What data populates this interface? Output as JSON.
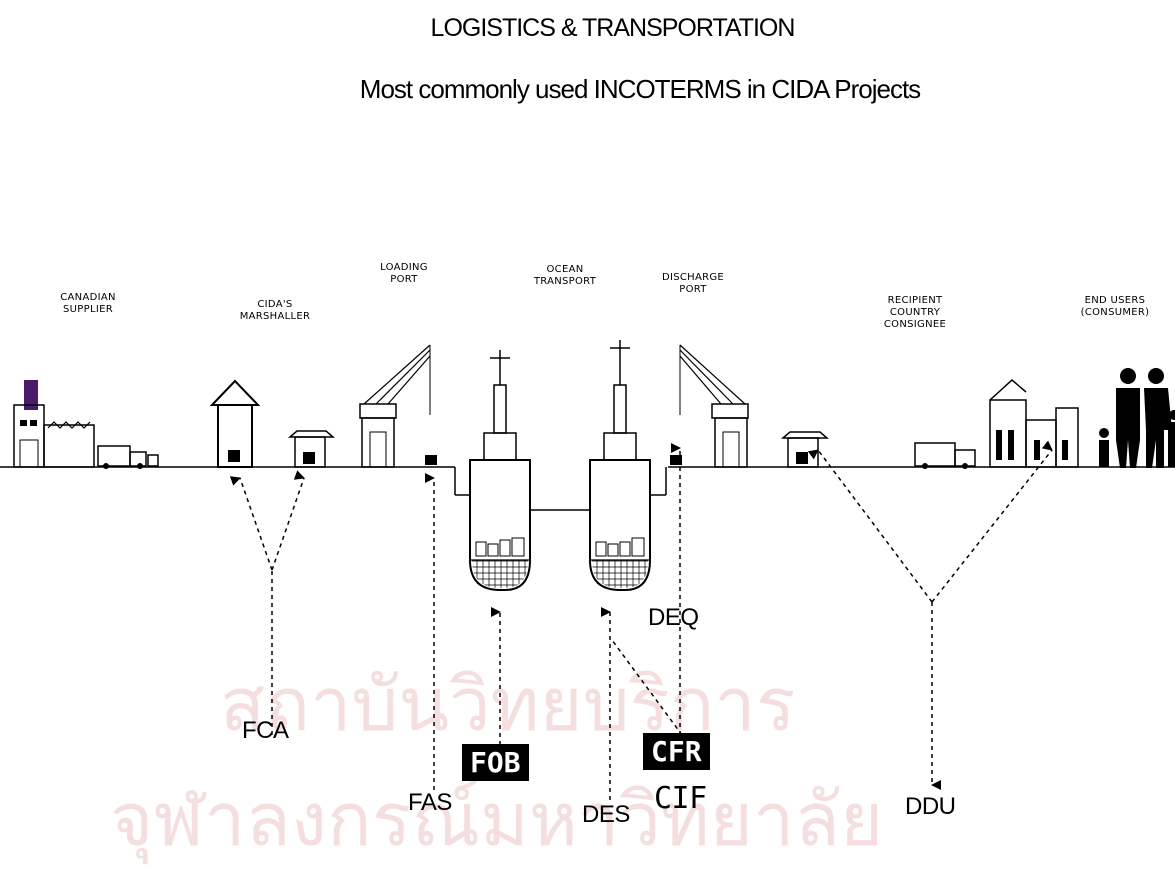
{
  "title": "LOGISTICS & TRANSPORTATION",
  "subtitle": "Most commonly used INCOTERMS in CIDA Projects",
  "stages": [
    {
      "id": "supplier",
      "lines": [
        "CANADIAN",
        "SUPPLIER"
      ]
    },
    {
      "id": "marshaller",
      "lines": [
        "CIDA'S",
        "MARSHALLER"
      ]
    },
    {
      "id": "loading-port",
      "lines": [
        "LOADING",
        "PORT"
      ]
    },
    {
      "id": "ocean",
      "lines": [
        "OCEAN",
        "TRANSPORT"
      ]
    },
    {
      "id": "discharge-port",
      "lines": [
        "DISCHARGE",
        "PORT"
      ]
    },
    {
      "id": "consignee",
      "lines": [
        "RECIPIENT",
        "COUNTRY",
        "CONSIGNEE"
      ]
    },
    {
      "id": "end-users",
      "lines": [
        "END USERS",
        "(CONSUMER)"
      ]
    }
  ],
  "terms": {
    "fca": "FCA",
    "fas": "FAS",
    "fob": "FOB",
    "des": "DES",
    "cfr": "CFR",
    "cif": "CIF",
    "deq": "DEQ",
    "ddu": "DDU"
  },
  "watermark": {
    "line1": "สถาบันวิทยบริการ",
    "line2": "จุฬาลงกรณ์มหาวิทยาลัย"
  },
  "colors": {
    "ink": "#000000",
    "watermark": "#f5dede",
    "factory_chimney": "#4b1a6b"
  }
}
